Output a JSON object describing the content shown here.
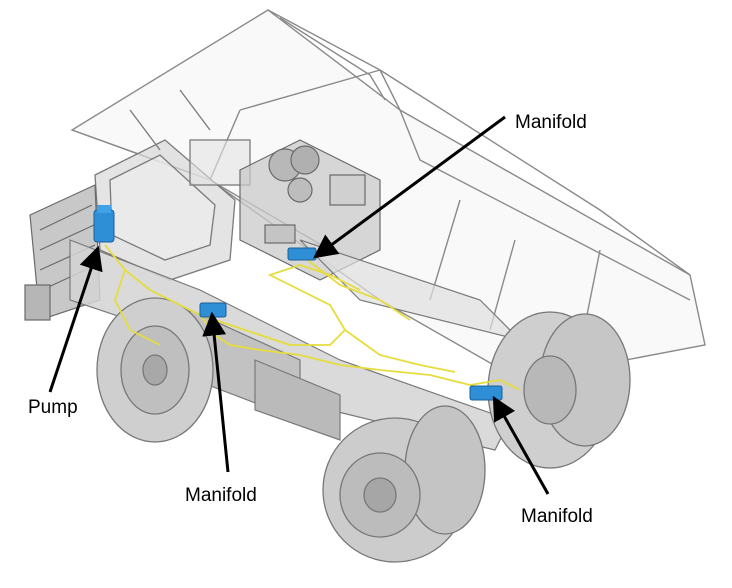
{
  "callouts": {
    "manifold_top": "Manifold",
    "pump": "Pump",
    "manifold_mid": "Manifold",
    "manifold_right": "Manifold"
  },
  "colors": {
    "wireframe": "#8a8a8a",
    "body_fill": "#dcdcdc",
    "tire_fill": "#cfcfcf",
    "harness": "#e6dc3c",
    "component": "#2f8fd6",
    "leader_line": "#000000"
  }
}
